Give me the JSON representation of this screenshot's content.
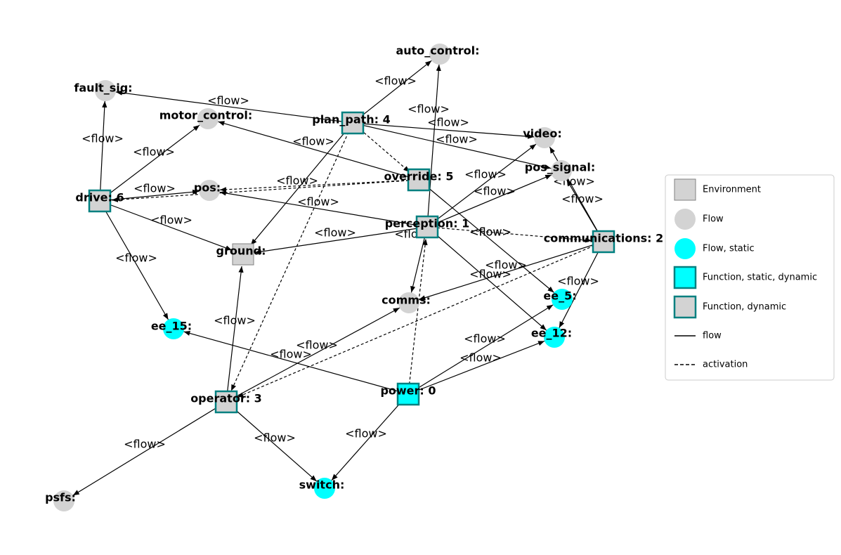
{
  "diagram": {
    "colors": {
      "environment_fill": "#d3d3d3",
      "environment_stroke": "#808080",
      "flow_fill": "#d3d3d3",
      "flow_static_fill": "#00ffff",
      "function_stroke": "#008080",
      "function_static_fill": "#00ffff",
      "function_dynamic_fill": "#d3d3d3",
      "edge": "#000000"
    },
    "nodes": [
      {
        "id": "auto_control",
        "label": "auto_control:",
        "kind": "flow"
      },
      {
        "id": "fault_sig",
        "label": "fault_sig:",
        "kind": "flow"
      },
      {
        "id": "motor_control",
        "label": "motor_control:",
        "kind": "flow"
      },
      {
        "id": "plan_path",
        "label": "plan_path: 4",
        "kind": "function_dynamic"
      },
      {
        "id": "video",
        "label": "video:",
        "kind": "flow"
      },
      {
        "id": "override",
        "label": "override: 5",
        "kind": "function_dynamic"
      },
      {
        "id": "pos_signal",
        "label": "pos_signal:",
        "kind": "flow"
      },
      {
        "id": "drive",
        "label": "drive: 6",
        "kind": "function_dynamic"
      },
      {
        "id": "pos",
        "label": "pos:",
        "kind": "flow"
      },
      {
        "id": "perception",
        "label": "perception: 1",
        "kind": "function_dynamic"
      },
      {
        "id": "communications",
        "label": "communications: 2",
        "kind": "function_dynamic"
      },
      {
        "id": "ground",
        "label": "ground:",
        "kind": "environment"
      },
      {
        "id": "comms",
        "label": "comms:",
        "kind": "flow"
      },
      {
        "id": "ee_5",
        "label": "ee_5:",
        "kind": "flow_static"
      },
      {
        "id": "ee_15",
        "label": "ee_15:",
        "kind": "flow_static"
      },
      {
        "id": "ee_12",
        "label": "ee_12:",
        "kind": "flow_static"
      },
      {
        "id": "power",
        "label": "power: 0",
        "kind": "function_static"
      },
      {
        "id": "operator",
        "label": "operator: 3",
        "kind": "function_dynamic"
      },
      {
        "id": "switch",
        "label": "switch:",
        "kind": "flow_static"
      },
      {
        "id": "psfs",
        "label": "psfs:",
        "kind": "flow"
      }
    ],
    "edges": [
      {
        "from": "plan_path",
        "to": "auto_control",
        "type": "flow",
        "label": "<flow>"
      },
      {
        "from": "plan_path",
        "to": "fault_sig",
        "type": "flow",
        "label": "<flow>"
      },
      {
        "from": "plan_path",
        "to": "video",
        "type": "flow",
        "label": "<flow>"
      },
      {
        "from": "plan_path",
        "to": "pos_signal",
        "type": "flow",
        "label": "<flow>"
      },
      {
        "from": "plan_path",
        "to": "ground",
        "type": "flow",
        "label": ""
      },
      {
        "from": "plan_path",
        "to": "override",
        "type": "activation",
        "label": ""
      },
      {
        "from": "plan_path",
        "to": "operator",
        "type": "activation",
        "label": ""
      },
      {
        "from": "drive",
        "to": "fault_sig",
        "type": "flow",
        "label": "<flow>"
      },
      {
        "from": "drive",
        "to": "motor_control",
        "type": "flow",
        "label": "<flow>"
      },
      {
        "from": "drive",
        "to": "pos",
        "type": "flow",
        "label": "<flow>"
      },
      {
        "from": "drive",
        "to": "ground",
        "type": "flow",
        "label": "<flow>"
      },
      {
        "from": "drive",
        "to": "ee_15",
        "type": "flow",
        "label": "<flow>"
      },
      {
        "from": "override",
        "to": "motor_control",
        "type": "flow",
        "label": "<flow>"
      },
      {
        "from": "override",
        "to": "pos",
        "type": "activation",
        "label": "<flow>"
      },
      {
        "from": "override",
        "to": "drive",
        "type": "activation",
        "label": ""
      },
      {
        "from": "override",
        "to": "ee_5",
        "type": "flow",
        "label": "<flow>"
      },
      {
        "from": "perception",
        "to": "auto_control",
        "type": "flow",
        "label": "<flow>"
      },
      {
        "from": "perception",
        "to": "video",
        "type": "flow",
        "label": "<flow>"
      },
      {
        "from": "perception",
        "to": "pos_signal",
        "type": "flow",
        "label": "<flow>"
      },
      {
        "from": "perception",
        "to": "pos",
        "type": "flow",
        "label": "<flow>"
      },
      {
        "from": "perception",
        "to": "ground",
        "type": "flow",
        "label": "<flow>"
      },
      {
        "from": "perception",
        "to": "comms",
        "type": "flow",
        "label": "<flo"
      },
      {
        "from": "perception",
        "to": "ee_12",
        "type": "flow",
        "label": "<flow>"
      },
      {
        "from": "perception",
        "to": "communications",
        "type": "activation",
        "label": "<flow>"
      },
      {
        "from": "communications",
        "to": "video",
        "type": "flow",
        "label": "<flow>"
      },
      {
        "from": "communications",
        "to": "pos_signal",
        "type": "flow",
        "label": "<flow>"
      },
      {
        "from": "communications",
        "to": "comms",
        "type": "flow",
        "label": "<flow>"
      },
      {
        "from": "communications",
        "to": "ee_12",
        "type": "flow",
        "label": "<flow>"
      },
      {
        "from": "communications",
        "to": "operator",
        "type": "activation",
        "label": ""
      },
      {
        "from": "operator",
        "to": "ground",
        "type": "flow",
        "label": "<flow>"
      },
      {
        "from": "operator",
        "to": "comms",
        "type": "flow",
        "label": "<flow>"
      },
      {
        "from": "operator",
        "to": "switch",
        "type": "flow",
        "label": "<flow>"
      },
      {
        "from": "operator",
        "to": "psfs",
        "type": "flow",
        "label": "<flow>"
      },
      {
        "from": "power",
        "to": "ee_15",
        "type": "flow",
        "label": "<flow>"
      },
      {
        "from": "power",
        "to": "ee_5",
        "type": "flow",
        "label": "<flow>"
      },
      {
        "from": "power",
        "to": "ee_12",
        "type": "flow",
        "label": "<flow>"
      },
      {
        "from": "power",
        "to": "switch",
        "type": "flow",
        "label": "<flow>"
      },
      {
        "from": "power",
        "to": "perception",
        "type": "activation",
        "label": ""
      }
    ]
  },
  "legend": {
    "items": [
      {
        "label": "Environment",
        "symbol": "environment"
      },
      {
        "label": "Flow",
        "symbol": "flow"
      },
      {
        "label": "Flow, static",
        "symbol": "flow_static"
      },
      {
        "label": "Function, static, dynamic",
        "symbol": "function_static"
      },
      {
        "label": "Function, dynamic",
        "symbol": "function_dynamic"
      },
      {
        "label": "flow",
        "symbol": "flow_line"
      },
      {
        "label": "activation",
        "symbol": "activation_line"
      }
    ]
  }
}
